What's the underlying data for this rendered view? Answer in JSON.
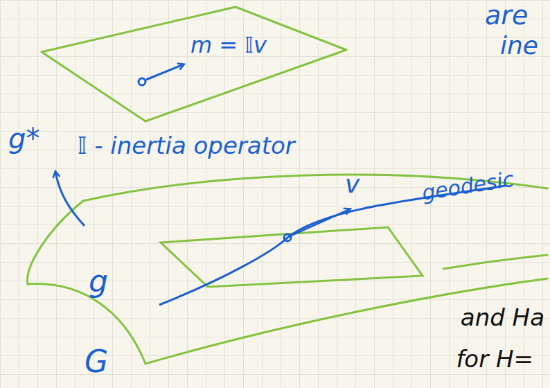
{
  "diagram": {
    "nodes": [
      {
        "text": [
          "m = 𝕀v"
        ]
      }
    ],
    "labels": [
      "g*",
      "𝕀 - inertia operator",
      "v",
      "geodesic",
      "g",
      "G",
      "are",
      "ine",
      "and Ha",
      "for H="
    ]
  }
}
